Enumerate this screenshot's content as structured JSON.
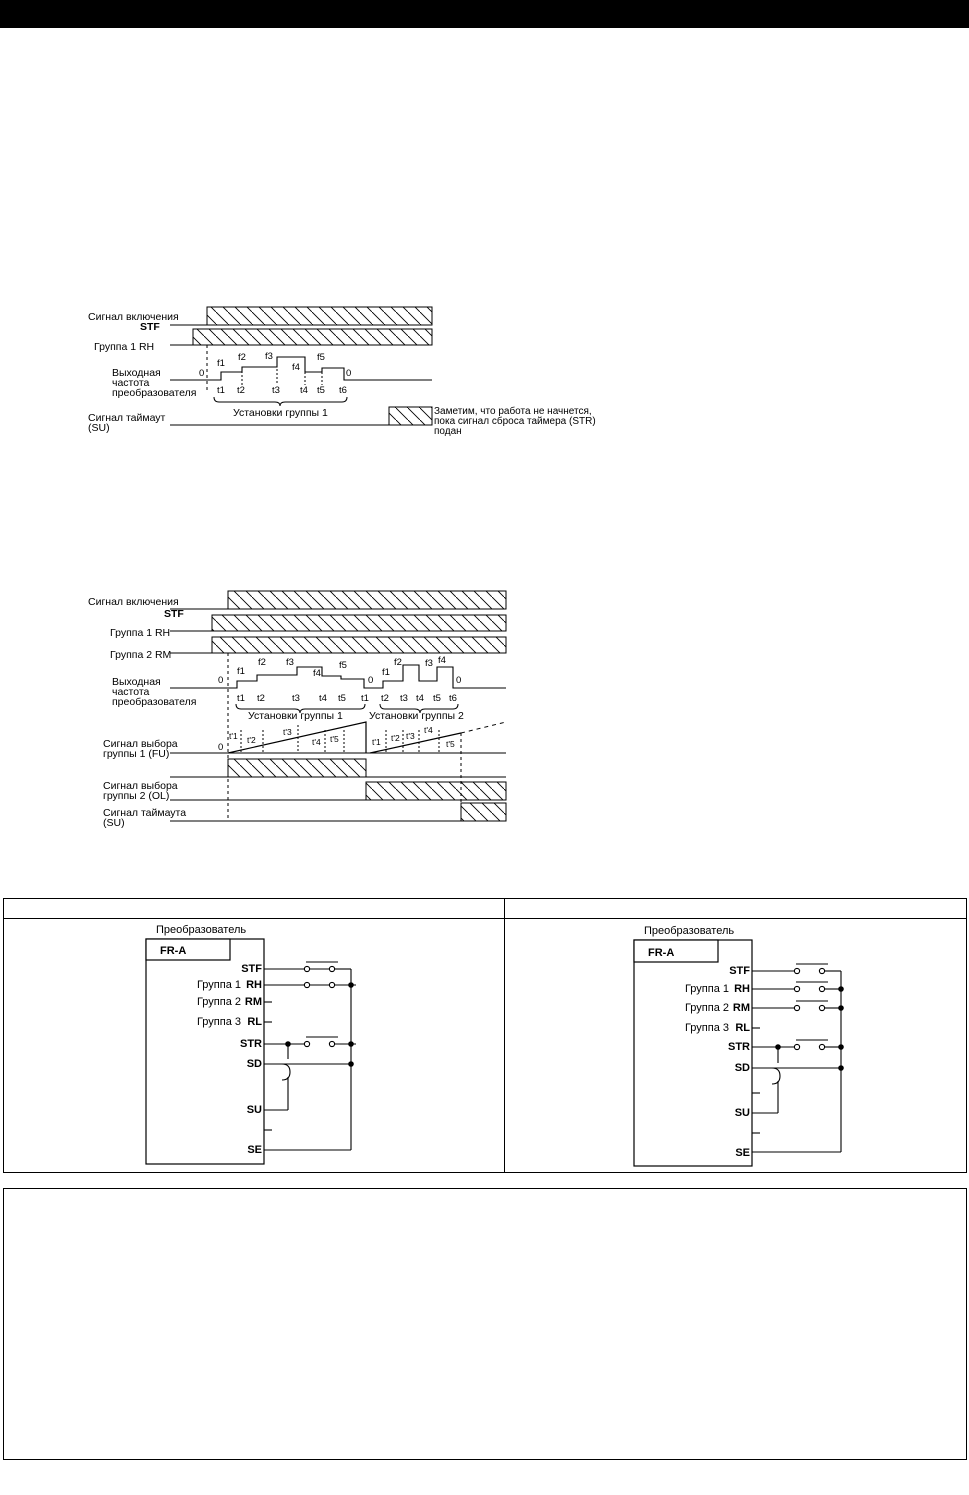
{
  "diagram1": {
    "labels": {
      "start_signal": "Сигнал включения",
      "stf": "STF",
      "group1": "Группа 1 RH",
      "output1": "Выходная",
      "output2": "частота",
      "output3": "преобразователя",
      "timeout1": "Сигнал таймаут",
      "timeout2": "(SU)",
      "zero_left": "0",
      "zero_right": "0",
      "f1": "f1",
      "f2": "f2",
      "f3": "f3",
      "f4": "f4",
      "f5": "f5",
      "t1": "t1",
      "t2": "t2",
      "t3": "t3",
      "t4": "t4",
      "t5": "t5",
      "t6": "t6",
      "settings": "Установки группы 1",
      "note1": "Заметим, что работа не начнется,",
      "note2": "пока сигнал сброса таймера (STR)",
      "note3": "подан"
    }
  },
  "diagram2": {
    "labels": {
      "start_signal": "Сигнал включения",
      "stf": "STF",
      "group1": "Группа 1 RH",
      "group2": "Группа 2 RM",
      "output1": "Выходная",
      "output2": "частота",
      "output3": "преобразователя",
      "zero_a": "0",
      "zero_b": "0",
      "zero_c": "0",
      "zero_d": "0",
      "g1_f1": "f1",
      "g1_f2": "f2",
      "g1_f3": "f3",
      "g1_f4": "f4",
      "g1_f5": "f5",
      "g2_f1": "f1",
      "g2_f2": "f2",
      "g2_f3": "f3",
      "g2_f4": "f4",
      "g1_t1": "t1",
      "g1_t2": "t2",
      "g1_t3": "t3",
      "g1_t4": "t4",
      "g1_t5": "t5",
      "g1_t6": "t1",
      "g2_t1": "t2",
      "g2_t2": "t3",
      "g2_t3": "t4",
      "g2_t4": "t5",
      "g2_t5": "t6",
      "settings1": "Установки группы 1",
      "settings2": "Установки группы 2",
      "r1_t1": "t'1",
      "r1_t2": "t'2",
      "r1_t3": "t'3",
      "r1_t4": "t'4",
      "r1_t5": "t'5",
      "r2_t1": "t'1",
      "r2_t2": "t'2",
      "r2_t3": "t'3",
      "r2_t4": "t'4",
      "r2_t5": "t'5",
      "fu1": "Сигнал выбора",
      "fu2": "группы 1 (FU)",
      "ol1": "Сигнал выбора",
      "ol2": "группы 2 (OL)",
      "su1": "Сигнал таймаута",
      "su2": "(SU)"
    }
  },
  "circuit_left": {
    "title": "Преобразователь",
    "model": "FR-A",
    "stf": "STF",
    "group1": "Группа 1",
    "rh": "RH",
    "group2": "Группа 2",
    "rm": "RM",
    "group3": "Группа 3",
    "rl": "RL",
    "str": "STR",
    "sd": "SD",
    "su": "SU",
    "se": "SE"
  },
  "circuit_right": {
    "title": "Преобразователь",
    "model": "FR-A",
    "stf": "STF",
    "group1": "Группа 1",
    "rh": "RH",
    "group2": "Группа 2",
    "rm": "RM",
    "group3": "Группа 3",
    "rl": "RL",
    "str": "STR",
    "sd": "SD",
    "su": "SU",
    "se": "SE"
  }
}
